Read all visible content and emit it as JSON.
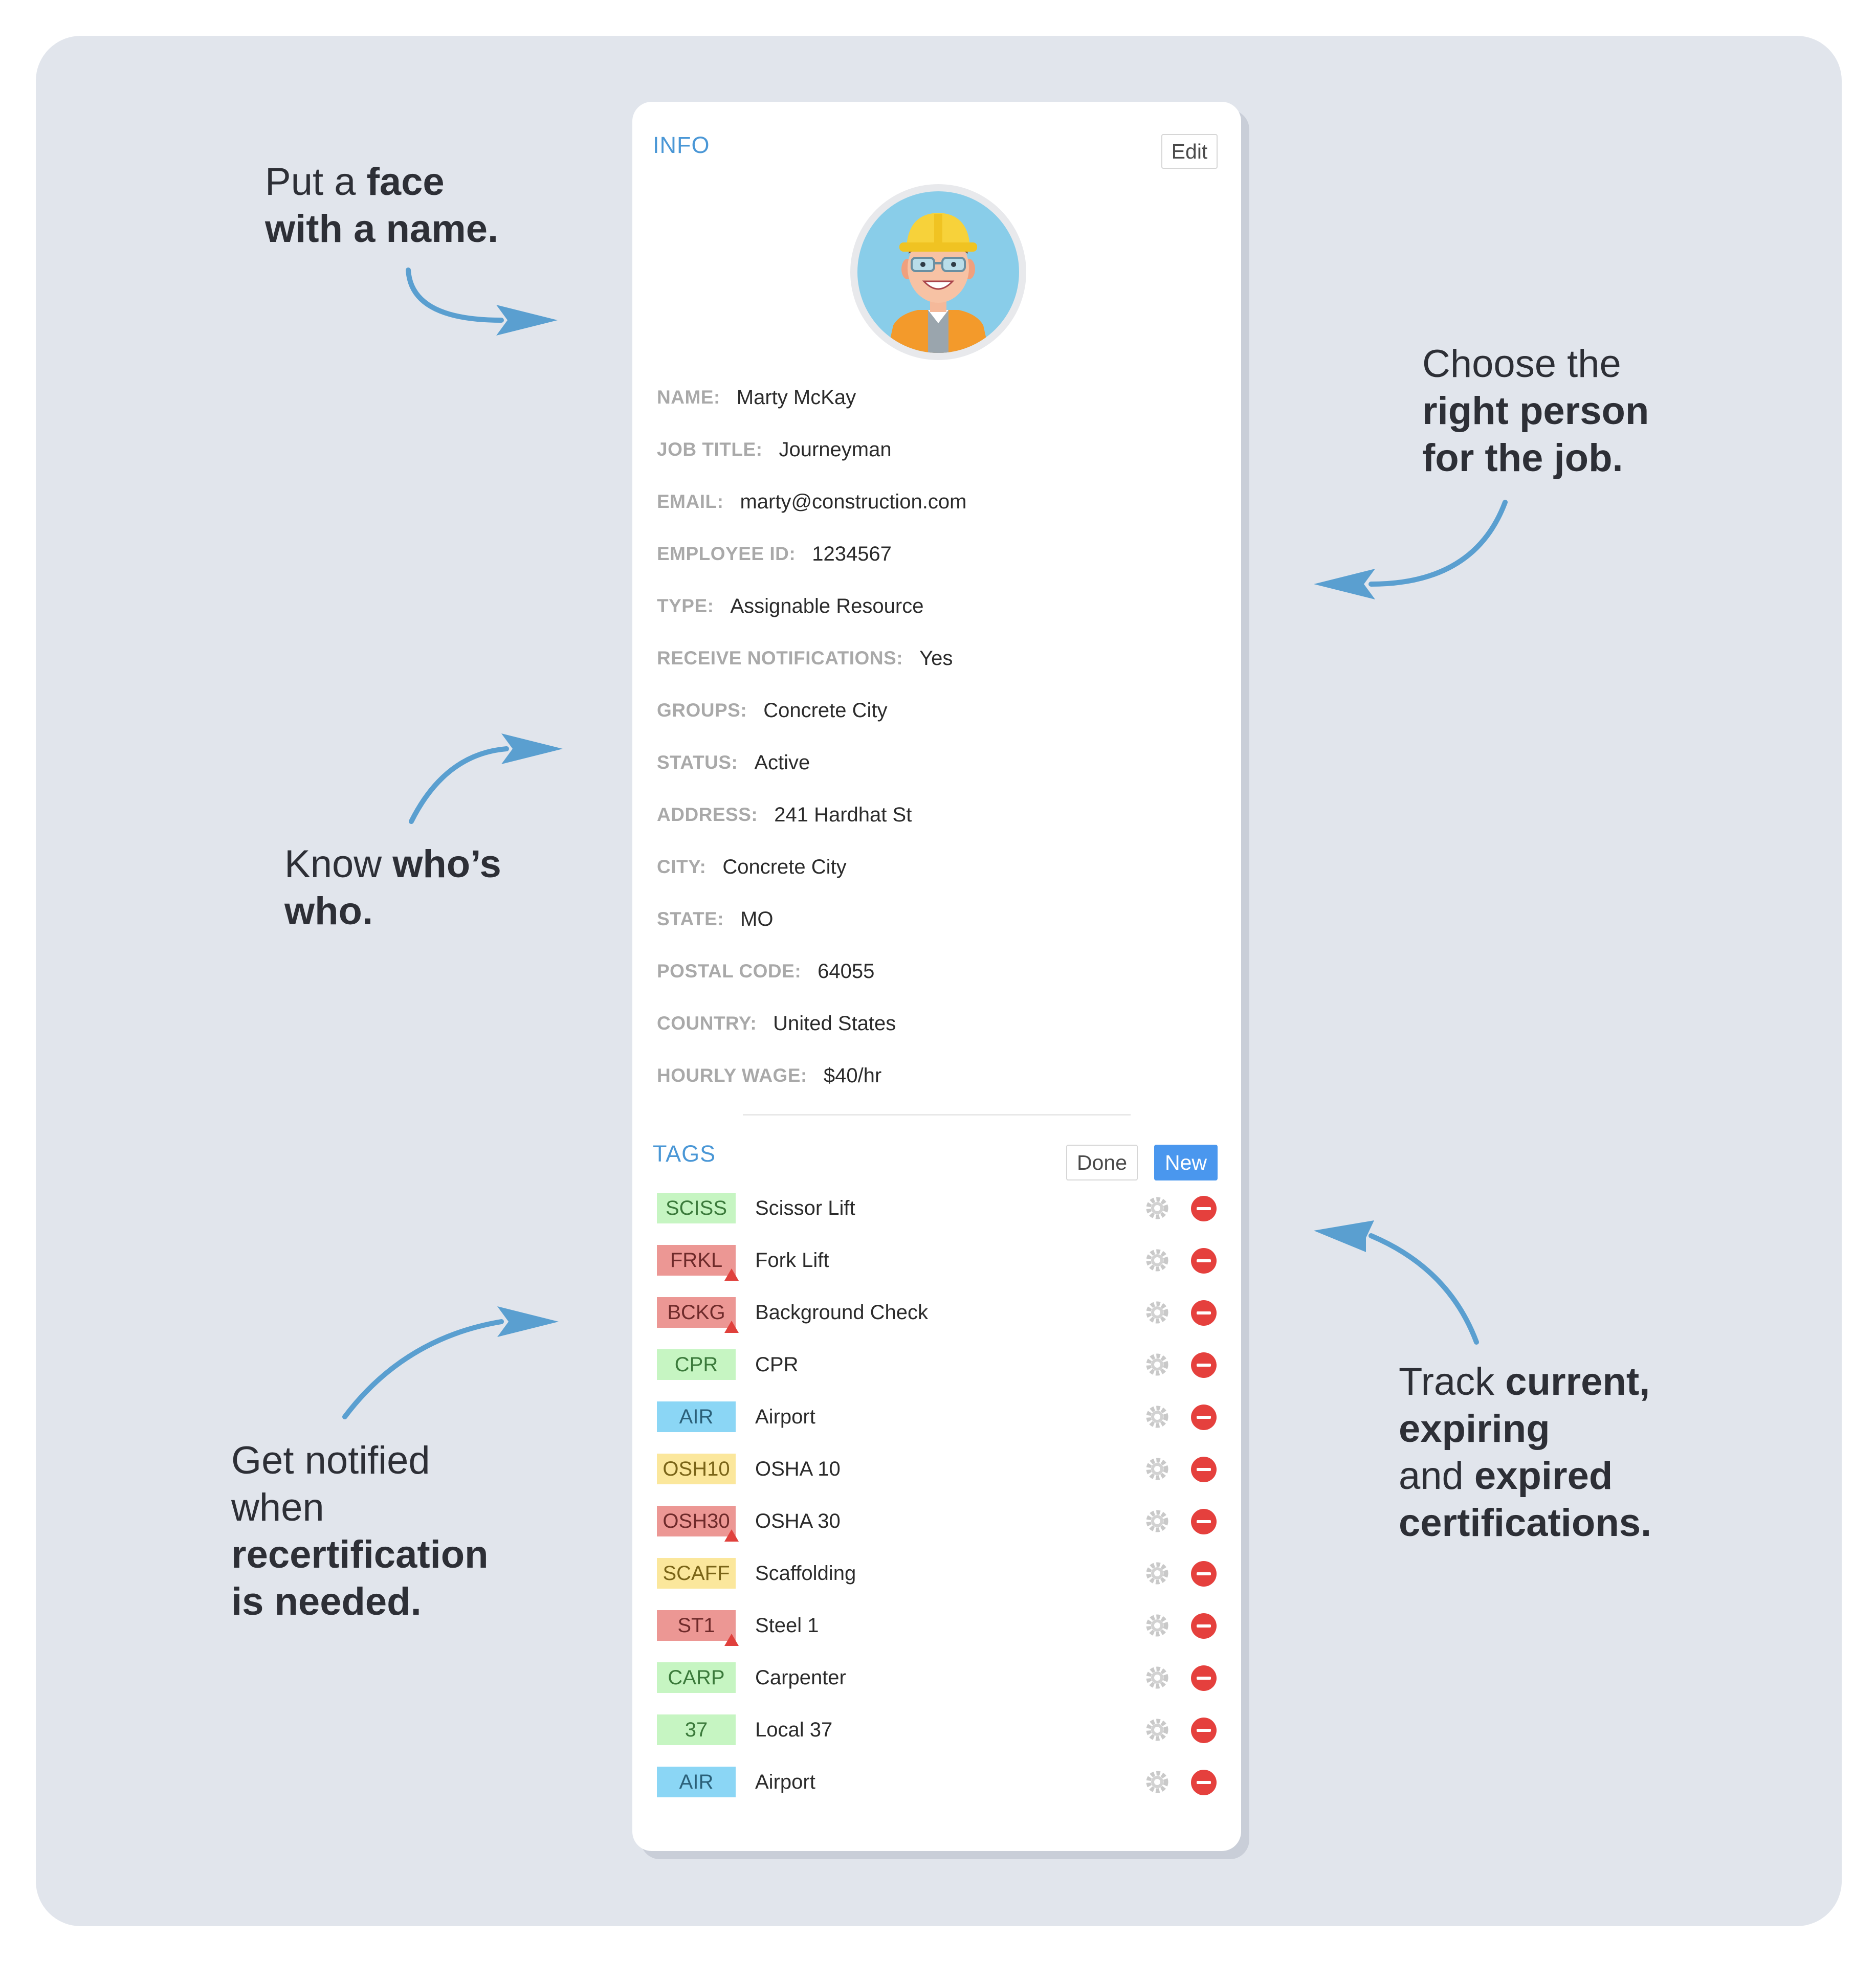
{
  "info": {
    "title": "INFO",
    "edit_label": "Edit",
    "avatar_icon": "construction-worker-avatar",
    "fields": [
      {
        "label": "NAME:",
        "value": "Marty McKay"
      },
      {
        "label": "JOB TITLE:",
        "value": "Journeyman"
      },
      {
        "label": "EMAIL:",
        "value": "marty@construction.com"
      },
      {
        "label": "EMPLOYEE ID:",
        "value": "1234567"
      },
      {
        "label": "TYPE:",
        "value": "Assignable Resource"
      },
      {
        "label": "RECEIVE NOTIFICATIONS:",
        "value": "Yes"
      },
      {
        "label": "GROUPS:",
        "value": "Concrete City"
      },
      {
        "label": "STATUS:",
        "value": "Active"
      },
      {
        "label": "ADDRESS:",
        "value": "241 Hardhat St"
      },
      {
        "label": "CITY:",
        "value": "Concrete City"
      },
      {
        "label": "STATE:",
        "value": "MO"
      },
      {
        "label": "POSTAL CODE:",
        "value": "64055"
      },
      {
        "label": "COUNTRY:",
        "value": "United States"
      },
      {
        "label": "HOURLY WAGE:",
        "value": "$40/hr"
      }
    ]
  },
  "tags": {
    "title": "TAGS",
    "done_label": "Done",
    "new_label": "New",
    "items": [
      {
        "code": "SCISS",
        "name": "Scissor Lift",
        "status": "current",
        "warning": false
      },
      {
        "code": "FRKL",
        "name": "Fork Lift",
        "status": "expired",
        "warning": true
      },
      {
        "code": "BCKG",
        "name": "Background Check",
        "status": "expired",
        "warning": true
      },
      {
        "code": "CPR",
        "name": "CPR",
        "status": "current",
        "warning": false
      },
      {
        "code": "AIR",
        "name": "Airport",
        "status": "info",
        "warning": false
      },
      {
        "code": "OSH10",
        "name": "OSHA 10",
        "status": "expiring",
        "warning": false
      },
      {
        "code": "OSH30",
        "name": "OSHA 30",
        "status": "expired",
        "warning": true
      },
      {
        "code": "SCAFF",
        "name": "Scaffolding",
        "status": "expiring",
        "warning": false
      },
      {
        "code": "ST1",
        "name": "Steel 1",
        "status": "expired",
        "warning": true
      },
      {
        "code": "CARP",
        "name": "Carpenter",
        "status": "current",
        "warning": false
      },
      {
        "code": "37",
        "name": "Local 37",
        "status": "current",
        "warning": false
      },
      {
        "code": "AIR",
        "name": "Airport",
        "status": "info",
        "warning": false
      }
    ]
  },
  "callouts": {
    "face": {
      "line1_normal": "Put a ",
      "line1_bold": "face",
      "line2_bold": "with a name."
    },
    "right_person": {
      "line1_normal": "Choose the",
      "line2_bold": "right person",
      "line3_bold": "for the job."
    },
    "whos_who": {
      "line1_normal": "Know ",
      "line1_bold": "who’s",
      "line2_bold": "who."
    },
    "notified": {
      "line1_normal": "Get notified",
      "line2_normal": "when",
      "line3_bold": "recertification",
      "line4_bold": "is needed."
    },
    "track": {
      "line1_normal": "Track ",
      "line1_bold": "current,",
      "line2_bold": "expiring",
      "line3_normal": "and ",
      "line3_bold": "expired",
      "line4_bold": "certifications."
    }
  },
  "colors": {
    "accent": "#4a97d6",
    "current_tag": "#c6f5c2",
    "expired_tag": "#ec9794",
    "expiring_tag": "#fbe79c",
    "info_tag": "#8bd6f5",
    "remove": "#e5403d",
    "arrow": "#5a9fd0"
  }
}
